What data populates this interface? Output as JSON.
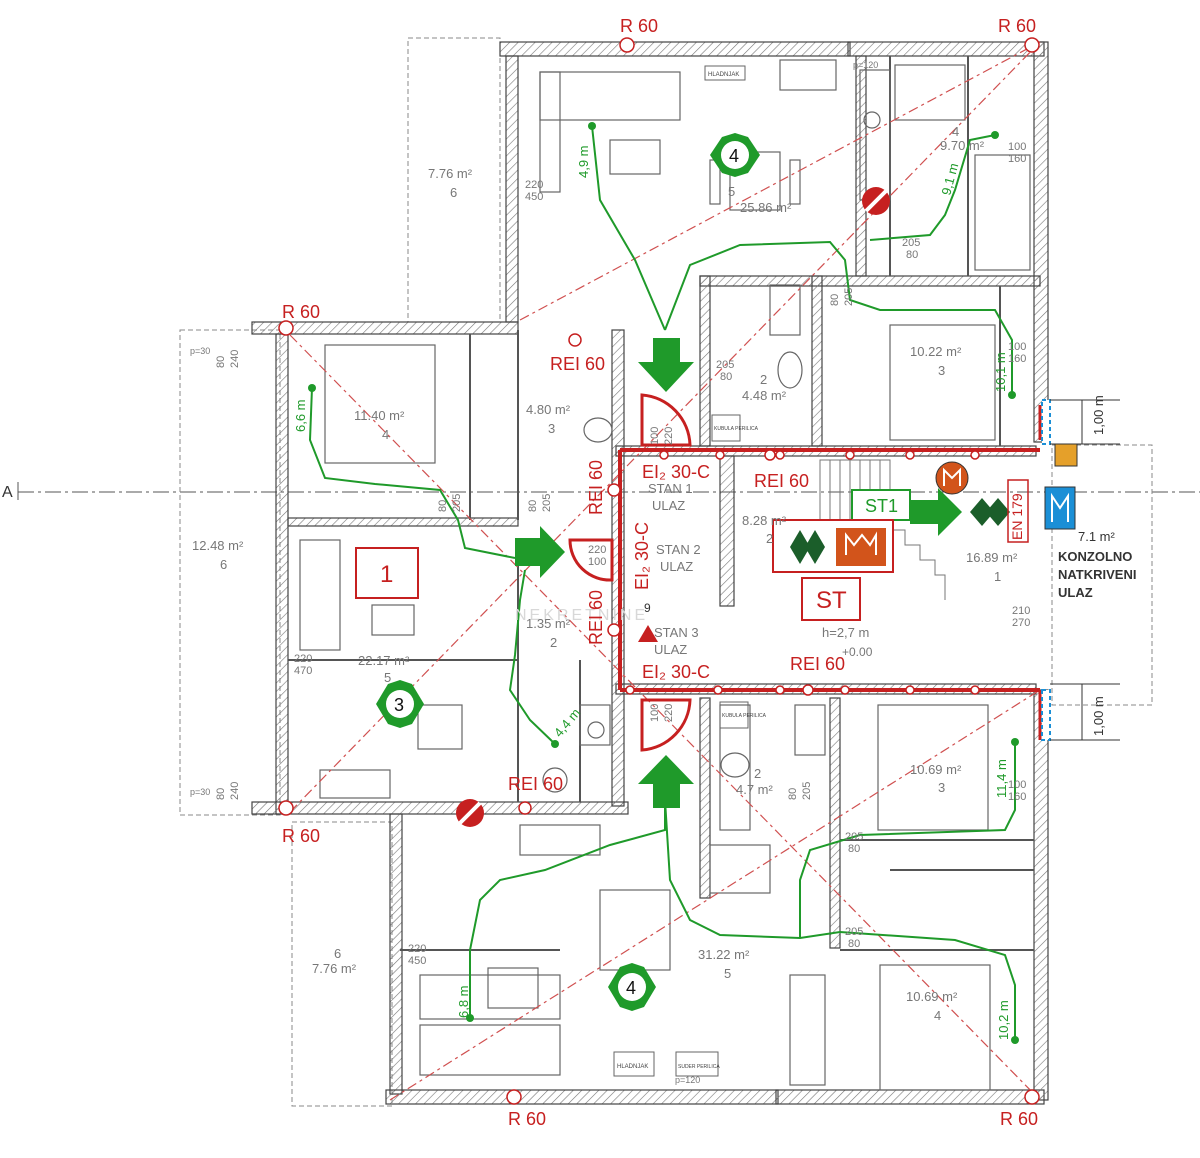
{
  "rooms": {
    "terrace_nw": {
      "area": "7.76 m²",
      "num": "6"
    },
    "terrace_w": {
      "area": "12.48 m²",
      "num": "6"
    },
    "terrace_sw": {
      "area": "7.76 m²",
      "num": "6"
    },
    "bed_w": {
      "area": "11.40 m²",
      "num": "4"
    },
    "bath_w": {
      "area": "4.80 m²",
      "num": "3"
    },
    "living_w": {
      "area": "22.17 m²",
      "num": "5"
    },
    "hall_w": {
      "area": "1.35 m²",
      "num": "2"
    },
    "living_n": {
      "area": "25.86 m²",
      "num": "5"
    },
    "bed_ne": {
      "area": "9.70 m²",
      "num": "4"
    },
    "bath_n": {
      "area": "4.48 m²",
      "num": "2"
    },
    "bed_e_n": {
      "area": "10.22 m²",
      "num": "3"
    },
    "stair": {
      "area": "8.28 m²",
      "num": "2"
    },
    "entry": {
      "area": "16.89 m²",
      "num": "1"
    },
    "konzolno": {
      "area": "7.1 m²",
      "line1": "KONZOLNO",
      "line2": "NATKRIVENI",
      "line3": "ULAZ"
    },
    "bath_s": {
      "area": "4.7 m²",
      "num": "2"
    },
    "bed_e_s": {
      "area": "10.69 m²",
      "num": "3"
    },
    "living_s": {
      "area": "31.22 m²",
      "num": "5"
    },
    "bed_se": {
      "area": "10.69 m²",
      "num": "4"
    }
  },
  "fire": {
    "r60": "R 60",
    "rei60": "REI 60",
    "ei30": "EI₂ 30-C",
    "en179": "EN 179"
  },
  "entrances": {
    "stan1": {
      "line1": "STAN 1",
      "line2": "ULAZ"
    },
    "stan2": {
      "line1": "STAN 2",
      "line2": "ULAZ"
    },
    "stan3": {
      "line1": "STAN 3",
      "line2": "ULAZ"
    }
  },
  "labels": {
    "st": "ST",
    "st1": "ST1",
    "box1": "1",
    "hex_n": "4",
    "hex_w": "3",
    "hex_s": "4",
    "height": "h=2,7 m",
    "level": "+0.00",
    "section": "A",
    "dim_100": "1,00 m",
    "small_9": "9",
    "watermark": "NEKRETNINE"
  },
  "distances": {
    "d1": "4,9 m",
    "d2": "9,1 m",
    "d3": "10,1 m",
    "d4": "6,6 m",
    "d5": "4,4 m",
    "d6": "11,4 m",
    "d7": "6,8 m",
    "d8": "10,2 m"
  },
  "openings": {
    "w220_450": [
      "220",
      "450"
    ],
    "w220_470": [
      "220",
      "470"
    ],
    "d205_80": [
      "205",
      "80"
    ],
    "d100_220": [
      "100",
      "220"
    ],
    "d80_205": [
      "80",
      "205"
    ],
    "d100_160": [
      "100",
      "160"
    ],
    "d210_270": [
      "210",
      "270"
    ],
    "d220_100": [
      "220",
      "100"
    ],
    "p120": "p=120",
    "p30": "p=30",
    "d80_240": [
      "80",
      "240"
    ]
  },
  "fixtures": {
    "hladnjak": "HLADNJAK",
    "perilica": "SUDER PERILICA",
    "kubula": "KUBULA PERILICA"
  },
  "colors": {
    "wall": "#555555",
    "fire_red": "#c62020",
    "escape_green": "#1f9a2a",
    "dash_red": "#d05050",
    "sign_blue": "#1b8fd6",
    "hydrant_orange": "#d2541b"
  }
}
